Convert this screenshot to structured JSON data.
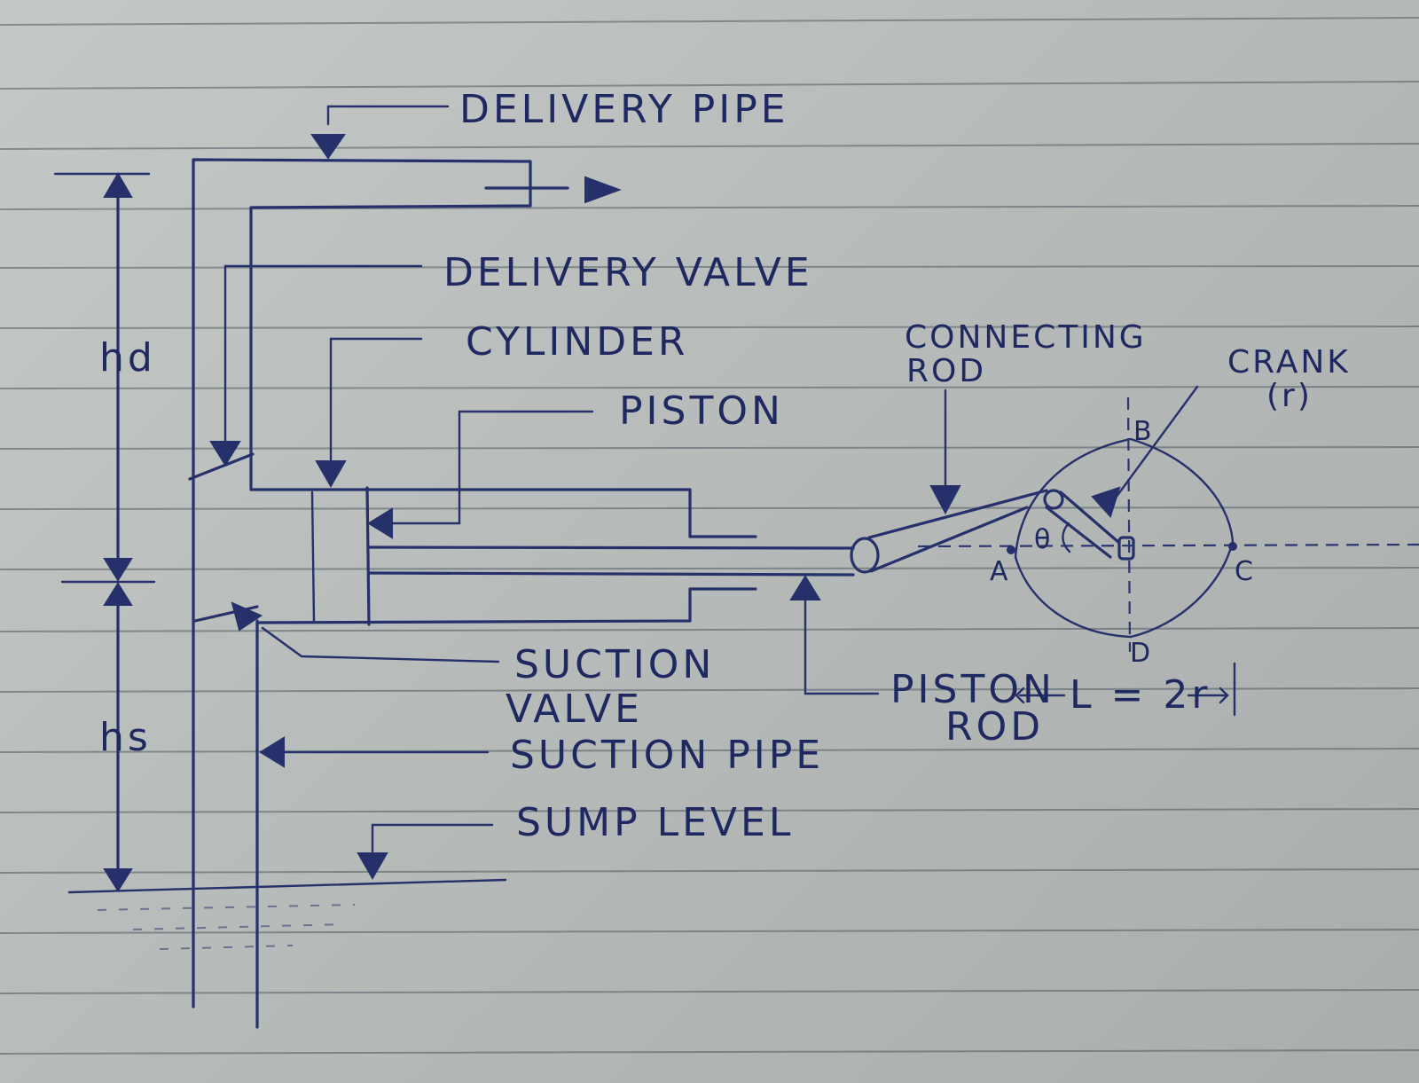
{
  "labels": {
    "delivery_pipe": "DELIVERY PIPE",
    "delivery_valve": "DELIVERY VALVE",
    "cylinder": "CYLINDER",
    "piston": "PISTON",
    "connecting_rod_1": "CONNECTING",
    "connecting_rod_2": "ROD",
    "crank_1": "CRANK",
    "crank_2": "(r)",
    "suction_valve_1": "SUCTION",
    "suction_valve_2": "VALVE",
    "piston_rod_1": "PISTON",
    "piston_rod_2": "ROD",
    "suction_pipe": "SUCTION PIPE",
    "sump_level": "SUMP LEVEL",
    "stroke": "L = 2r",
    "hd": "hd",
    "hs": "hs",
    "theta": "θ"
  },
  "points": {
    "a": "A",
    "b": "B",
    "c": "C",
    "d": "D"
  },
  "colors": {
    "ink": "#26306a",
    "paper": "#bcc0be",
    "rule_lines": "#3c4652"
  }
}
